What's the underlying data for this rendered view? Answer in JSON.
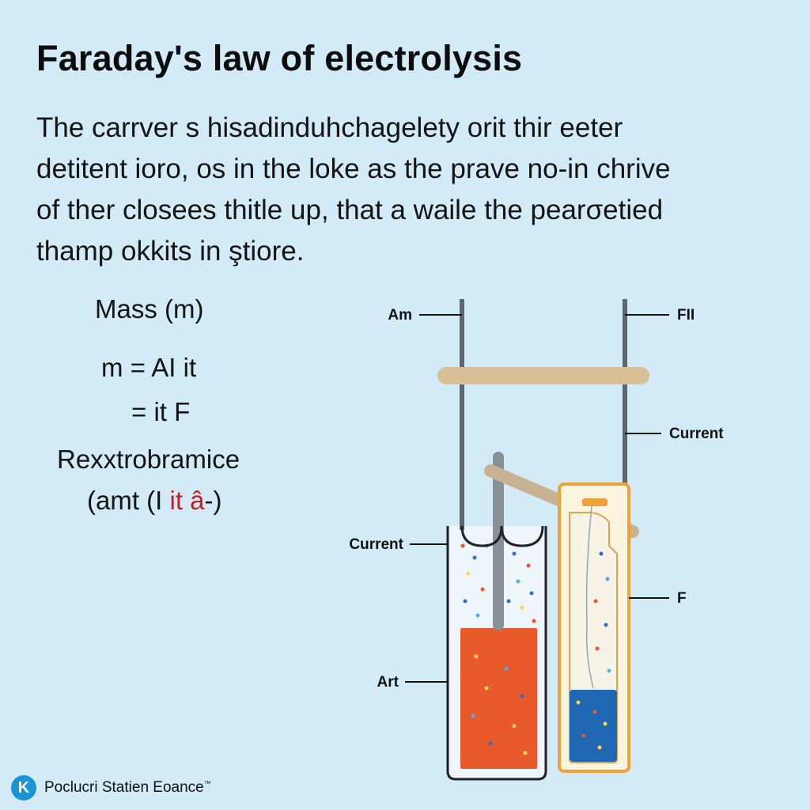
{
  "title": "Faraday's law of electrolysis",
  "paragraph": [
    "The carrver s hisadinduhchagelety orit thir eeter",
    "detitent ioro, os in the loke as the prave no-in chrive",
    "of ther closees thitle up, that a waile the pearσetied",
    "thamp okkits in ştiore."
  ],
  "formulas": {
    "mass": "Mass (m)",
    "eq1": "m = AI it",
    "eq2": "= it F",
    "name": "Rexxtrobramice",
    "amt_prefix": "(amt (I ",
    "amt_red": "it â",
    "amt_suffix": "-)"
  },
  "diagram": {
    "labels": {
      "top_left": "Am",
      "top_right": "FII",
      "right_middle": "Current",
      "left_middle": "Current",
      "right_lower": "F",
      "left_lower": "Art"
    },
    "colors": {
      "rod": "#5e6670",
      "bar": "#d9bf95",
      "left_liquid": "#e8592b",
      "right_liquid": "#1f66b3",
      "right_beaker_outline": "#f0a23a"
    }
  },
  "footer": {
    "logo_glyph": "K",
    "brand": "Poclucri Statien Eoance",
    "tm": "™"
  }
}
